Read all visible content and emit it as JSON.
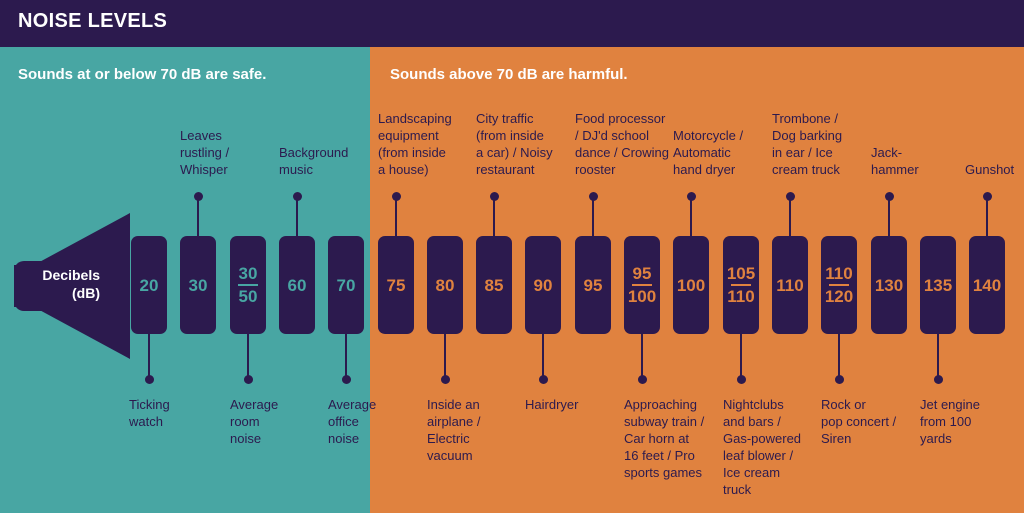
{
  "title": "NOISE LEVELS",
  "safe_heading": "Sounds at or below 70 dB are safe.",
  "harm_heading": "Sounds above 70 dB are harmful.",
  "speaker_label": [
    "Decibels",
    "(dB)"
  ],
  "colors": {
    "navy": "#2c1a4e",
    "teal": "#48a6a3",
    "orange": "#e0823f"
  },
  "levels": [
    {
      "value": [
        "20"
      ],
      "zone": "safe",
      "pos": "below",
      "label": [
        "Ticking",
        "watch"
      ]
    },
    {
      "value": [
        "30"
      ],
      "zone": "safe",
      "pos": "above",
      "label": [
        "Leaves",
        "rustling /",
        "Whisper"
      ]
    },
    {
      "value": [
        "30",
        "50"
      ],
      "zone": "safe",
      "pos": "below",
      "label": [
        "Average",
        "room",
        "noise"
      ]
    },
    {
      "value": [
        "60"
      ],
      "zone": "safe",
      "pos": "above",
      "label": [
        "Background",
        "music"
      ]
    },
    {
      "value": [
        "70"
      ],
      "zone": "safe",
      "pos": "below",
      "label": [
        "Average",
        "office",
        "noise"
      ]
    },
    {
      "value": [
        "75"
      ],
      "zone": "harm",
      "pos": "above",
      "label": [
        "Landscaping",
        "equipment",
        "(from inside",
        "a house)"
      ]
    },
    {
      "value": [
        "80"
      ],
      "zone": "harm",
      "pos": "below",
      "label": [
        "Inside an",
        "airplane /",
        "Electric",
        "vacuum"
      ]
    },
    {
      "value": [
        "85"
      ],
      "zone": "harm",
      "pos": "above",
      "label": [
        "City traffic",
        "(from inside",
        "a car) / Noisy",
        "restaurant"
      ]
    },
    {
      "value": [
        "90"
      ],
      "zone": "harm",
      "pos": "below",
      "label": [
        "Hairdryer"
      ]
    },
    {
      "value": [
        "95"
      ],
      "zone": "harm",
      "pos": "above",
      "label": [
        "Food processor",
        "/ DJ'd school",
        "dance / Crowing",
        "rooster"
      ]
    },
    {
      "value": [
        "95",
        "100"
      ],
      "zone": "harm",
      "pos": "below",
      "label": [
        "Approaching",
        "subway train /",
        "Car horn at",
        "16 feet / Pro",
        "sports games"
      ]
    },
    {
      "value": [
        "100"
      ],
      "zone": "harm",
      "pos": "above",
      "label": [
        "Motorcycle /",
        "Automatic",
        "hand dryer"
      ]
    },
    {
      "value": [
        "105",
        "110"
      ],
      "zone": "harm",
      "pos": "below",
      "label": [
        "Nightclubs",
        "and bars /",
        "Gas-powered",
        "leaf blower /",
        "Ice cream",
        "truck"
      ]
    },
    {
      "value": [
        "110"
      ],
      "zone": "harm",
      "pos": "above",
      "label": [
        "Trombone /",
        "Dog barking",
        "in ear / Ice",
        "cream truck"
      ]
    },
    {
      "value": [
        "110",
        "120"
      ],
      "zone": "harm",
      "pos": "below",
      "label": [
        "Rock or",
        "pop concert /",
        "Siren"
      ]
    },
    {
      "value": [
        "130"
      ],
      "zone": "harm",
      "pos": "above",
      "label": [
        "Jack-",
        "hammer"
      ]
    },
    {
      "value": [
        "135"
      ],
      "zone": "harm",
      "pos": "below",
      "label": [
        "Jet engine",
        "from 100",
        "yards"
      ]
    },
    {
      "value": [
        "140"
      ],
      "zone": "harm",
      "pos": "above",
      "label": [
        "Gunshot"
      ]
    }
  ]
}
